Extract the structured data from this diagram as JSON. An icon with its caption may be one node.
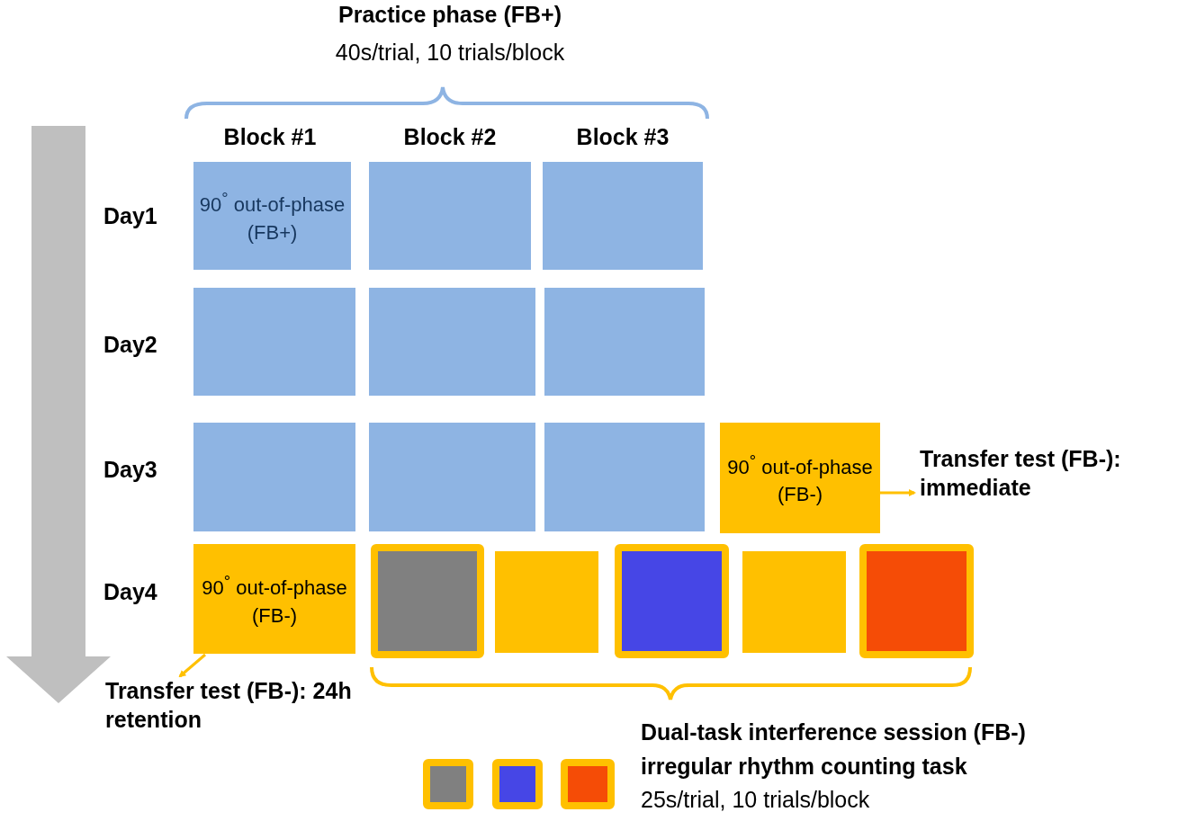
{
  "diagram": {
    "nodes": [
      {
        "text": [
          "90$^{°}$ out-of-phase (FB+)"
        ]
      },
      {
        "text": [],
        "shape": "box"
      },
      {
        "text": [],
        "shape": "box"
      },
      {
        "text": [],
        "shape": "box"
      },
      {
        "text": [],
        "shape": "box"
      },
      {
        "text": [],
        "shape": "box"
      },
      {
        "text": [],
        "shape": "box"
      },
      {
        "text": [],
        "shape": "box"
      },
      {
        "text": [],
        "shape": "box"
      },
      {
        "text": [
          "90$^{°}$ out-of-phase (FB-)"
        ]
      },
      {
        "text": [
          "Transfer test (FB-): immediate"
        ]
      },
      {
        "text": [
          "90$^{°}$ out-of-phase (FB-)"
        ]
      },
      {
        "text": [
          "Transfer test (FB-): 24h retention"
        ]
      },
      {
        "text": [],
        "shape": "box"
      },
      {
        "text": [],
        "shape": "box"
      },
      {
        "text": [],
        "shape": "box"
      },
      {
        "text": [],
        "shape": "box"
      },
      {
        "text": [],
        "shape": "box"
      },
      {
        "text": [],
        "shape": "box"
      },
      {
        "text": [],
        "shape": "box"
      },
      {
        "text": [],
        "shape": "box"
      }
    ],
    "edges": [
      {
        "from": 9,
        "to": 10,
        "arrow": "to"
      },
      {
        "from": 11,
        "to": 12,
        "arrow": "to"
      }
    ],
    "labels": [
      "Practice phase (FB+)",
      "40s/trial, 10 trials/block",
      "Block #1",
      "Block #2",
      "Block #3",
      "Day1",
      "Day2",
      "Day3",
      "Day4",
      "Dual-task interference session (FB-)",
      "irregular rhythm counting task",
      "25s/trial, 10 trials/block"
    ]
  }
}
